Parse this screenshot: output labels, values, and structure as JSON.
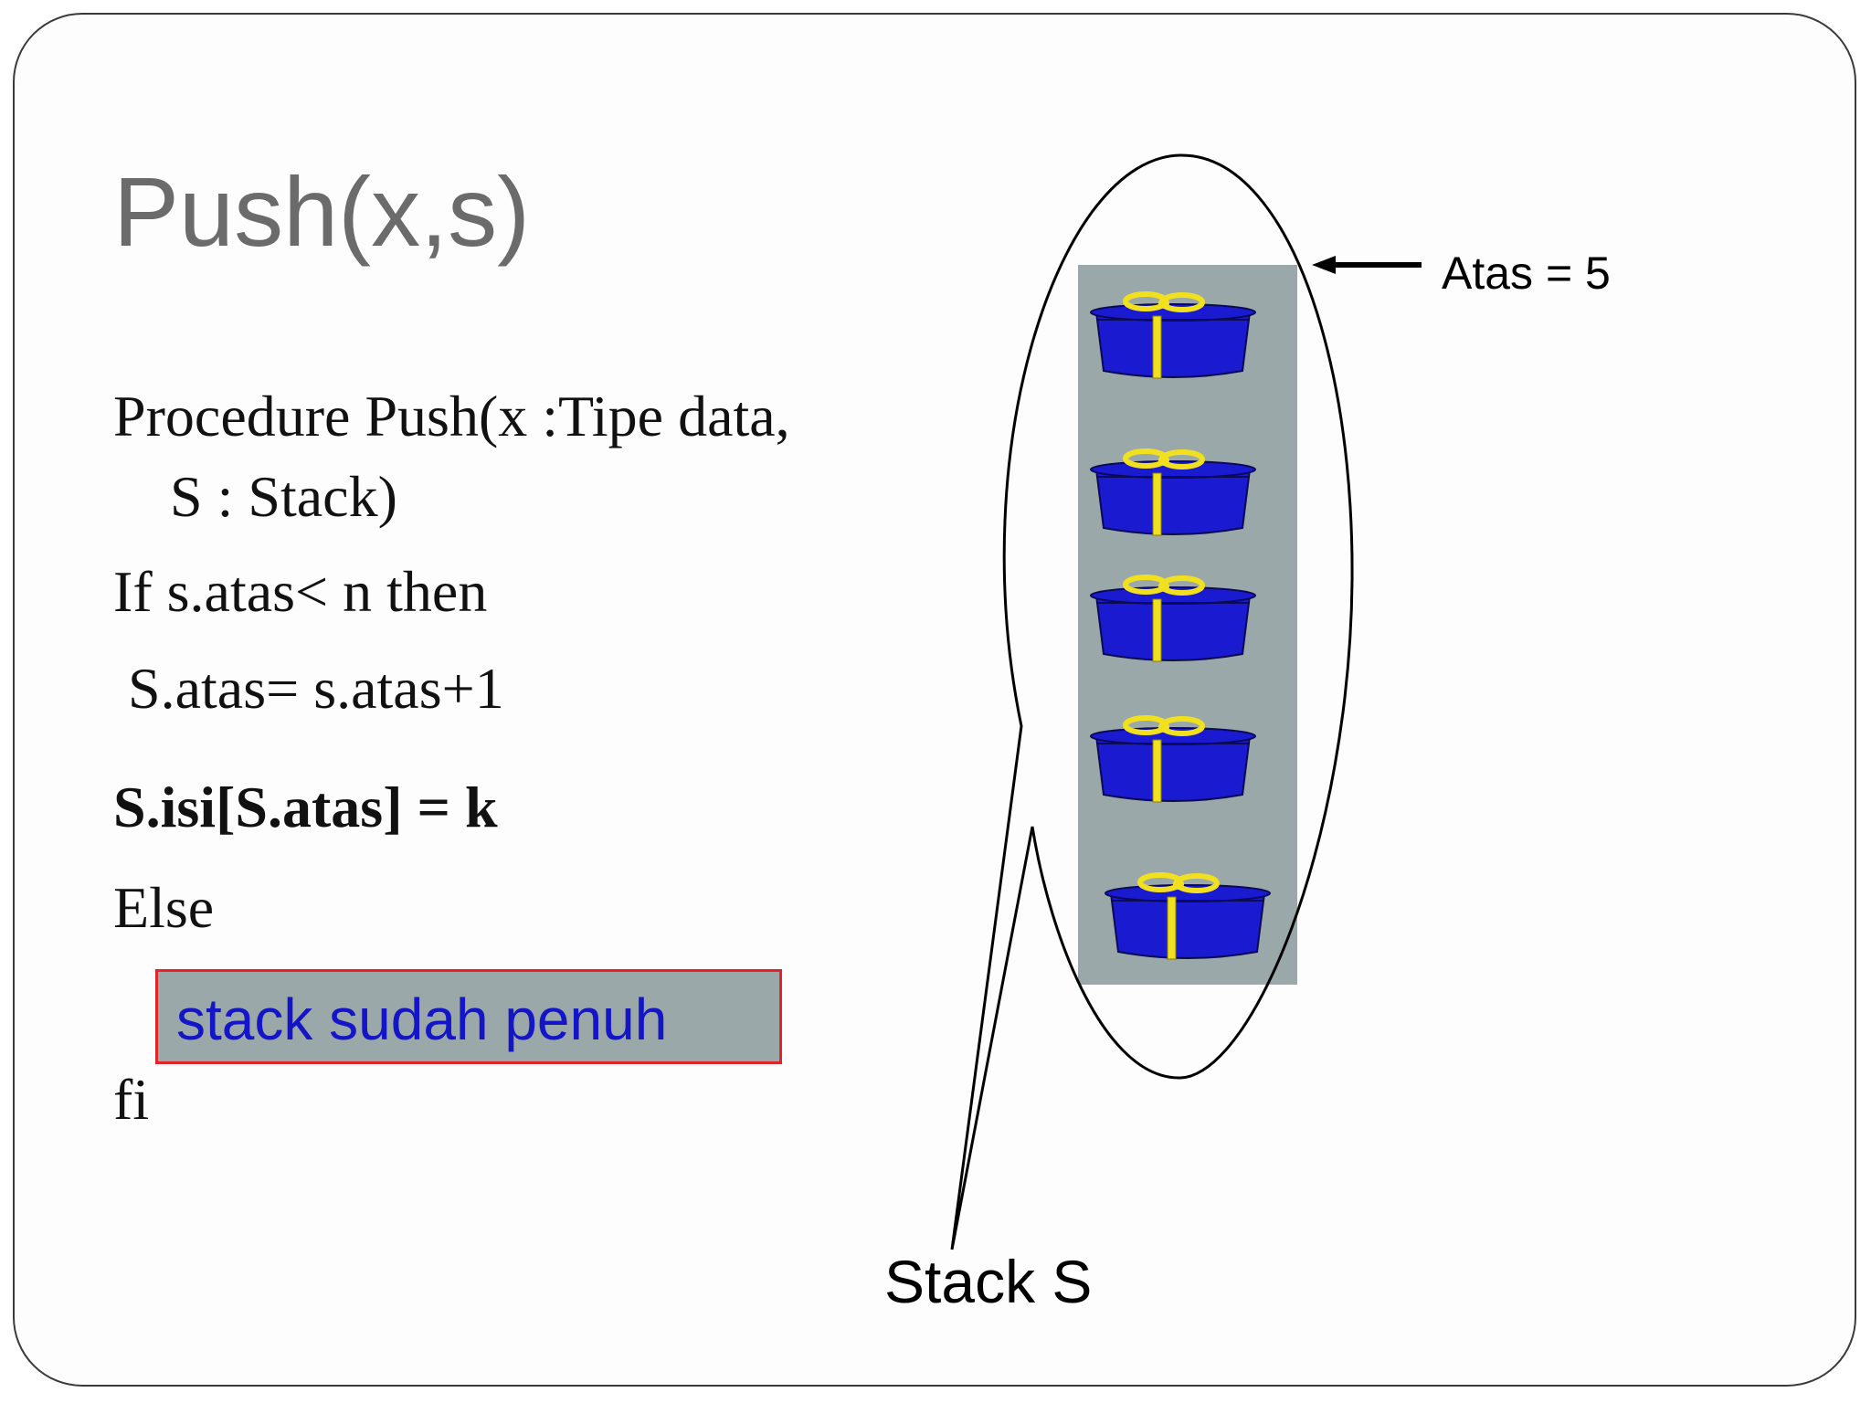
{
  "slide": {
    "title": "Push(x,s)"
  },
  "code": {
    "line1": "Procedure Push(x :Tipe data,",
    "line2": "S : Stack)",
    "line3": "If s.atas< n then",
    "line4": "S.atas= s.atas+1",
    "line5": "S.isi[S.atas] = k",
    "line6": "Else",
    "line7": "fi"
  },
  "status_box": {
    "text": "stack sudah penuh"
  },
  "diagram": {
    "top_label": "Atas = 5",
    "stack_label": "Stack S",
    "item_count": 5,
    "colors": {
      "stack_background": "#9aa8a9",
      "box_body": "#1a1ad0",
      "box_outline": "#0a0a55",
      "ribbon": "#f0e020",
      "status_text": "#1515c8",
      "status_border": "#e0242a",
      "title_text": "#6b6b6b"
    }
  }
}
